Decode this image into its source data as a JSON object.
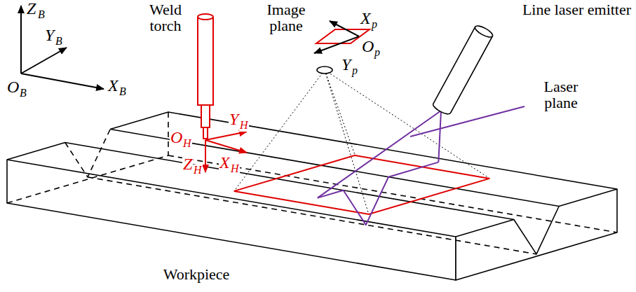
{
  "diagram": {
    "labels": [
      "Z",
      "B",
      "Y",
      "B",
      "X",
      "B",
      "O",
      "B",
      "Weld torch",
      "Image plane",
      "X",
      "p",
      "O",
      "p",
      "Y",
      "p",
      "Line laser emitter",
      "Laser plane",
      "O",
      "H",
      "Y",
      "H",
      "X",
      "H",
      "Z",
      "H",
      "Workpiece"
    ]
  }
}
